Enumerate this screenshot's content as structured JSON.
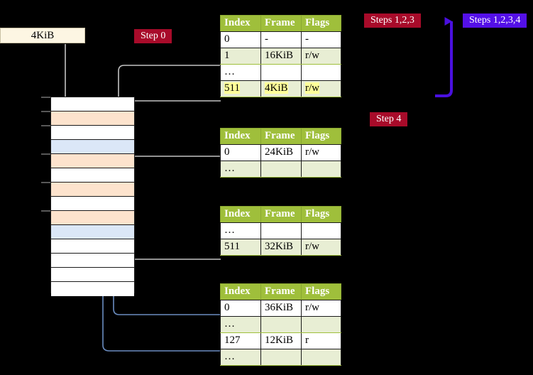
{
  "diagram": {
    "title_memory_box": "4KiB",
    "colors": {
      "badge_red": "#a80b2a",
      "badge_purple": "#5410e8",
      "table_header": "#9fbf3b",
      "table_alt_row": "#e8eed4",
      "highlight_yellow": "#ffff99",
      "grid_orange": "#fde3cd",
      "grid_blue": "#dbe7f7",
      "memory_box": "#fdf6e3",
      "connector_gray": "#b8b8b8",
      "connector_blue": "#6a8cc0",
      "background": "#000000"
    }
  },
  "badges": [
    {
      "id": "step0",
      "label": "Step 0",
      "style": "red"
    },
    {
      "id": "steps123",
      "label": "Steps 1,2,3",
      "style": "red"
    },
    {
      "id": "steps1234",
      "label": "Steps 1,2,3,4",
      "style": "purple"
    },
    {
      "id": "step4",
      "label": "Step 4",
      "style": "red"
    }
  ],
  "tables": [
    {
      "id": "pml4",
      "headers": [
        "Index",
        "Frame",
        "Flags"
      ],
      "rows": [
        {
          "cells": [
            "0",
            "-",
            "-"
          ],
          "alt": false,
          "highlight": false
        },
        {
          "cells": [
            "1",
            "16KiB",
            "r/w"
          ],
          "alt": true,
          "highlight": false
        },
        {
          "cells": [
            "…",
            "",
            ""
          ],
          "alt": false,
          "highlight": false
        },
        {
          "cells": [
            "511",
            "4KiB",
            "r/w"
          ],
          "alt": true,
          "highlight": true
        }
      ]
    },
    {
      "id": "pdp",
      "headers": [
        "Index",
        "Frame",
        "Flags"
      ],
      "rows": [
        {
          "cells": [
            "0",
            "24KiB",
            "r/w"
          ],
          "alt": false,
          "highlight": false
        },
        {
          "cells": [
            "…",
            "",
            ""
          ],
          "alt": true,
          "highlight": false
        }
      ]
    },
    {
      "id": "pd",
      "headers": [
        "Index",
        "Frame",
        "Flags"
      ],
      "rows": [
        {
          "cells": [
            "…",
            "",
            ""
          ],
          "alt": false,
          "highlight": false
        },
        {
          "cells": [
            "511",
            "32KiB",
            "r/w"
          ],
          "alt": true,
          "highlight": false
        }
      ]
    },
    {
      "id": "pt",
      "headers": [
        "Index",
        "Frame",
        "Flags"
      ],
      "rows": [
        {
          "cells": [
            "0",
            "36KiB",
            "r/w"
          ],
          "alt": false,
          "highlight": false
        },
        {
          "cells": [
            "…",
            "",
            ""
          ],
          "alt": true,
          "highlight": false
        },
        {
          "cells": [
            "127",
            "12KiB",
            "r"
          ],
          "alt": false,
          "highlight": false
        },
        {
          "cells": [
            "…",
            "",
            ""
          ],
          "alt": true,
          "highlight": false
        }
      ]
    }
  ],
  "memory_grid": {
    "rows": [
      {
        "fill": "white"
      },
      {
        "fill": "orange"
      },
      {
        "fill": "white"
      },
      {
        "fill": "blue"
      },
      {
        "fill": "orange"
      },
      {
        "fill": "white"
      },
      {
        "fill": "orange"
      },
      {
        "fill": "white"
      },
      {
        "fill": "orange"
      },
      {
        "fill": "blue"
      },
      {
        "fill": "white"
      },
      {
        "fill": "white"
      },
      {
        "fill": "white"
      },
      {
        "fill": "white"
      }
    ]
  }
}
